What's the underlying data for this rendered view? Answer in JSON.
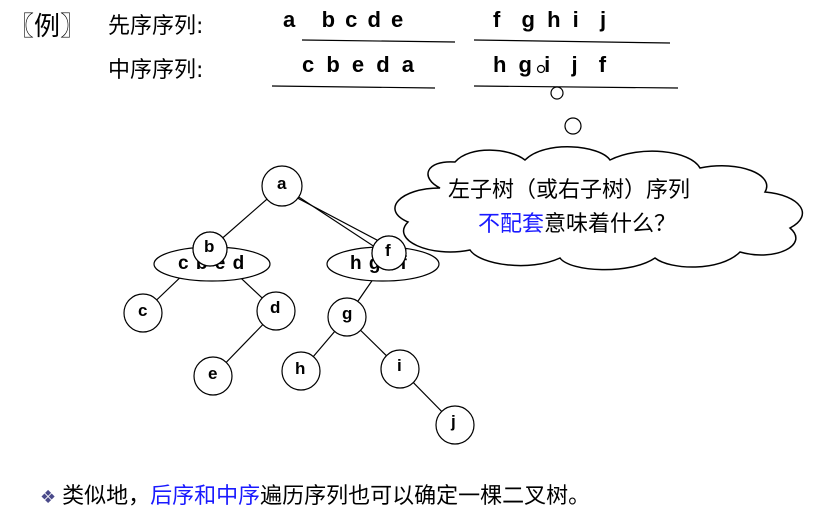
{
  "example_label": "〖例〗",
  "preorder": {
    "label": "先序序列:",
    "left_part": "a   b c d e",
    "right_part": "f  g h i  j"
  },
  "inorder": {
    "label": "中序序列:",
    "left_part": "c b e d a",
    "right_part": "h g i  j  f"
  },
  "cloud": {
    "line1": "左子树（或右子树）序列",
    "line2_highlight": "不配套",
    "line2_rest": "意味着什么？"
  },
  "tree": {
    "root": "a",
    "left_ellipse": "c b e d",
    "right_ellipse": "h g i f",
    "nodes": [
      "b",
      "f",
      "c",
      "d",
      "e",
      "g",
      "h",
      "i",
      "j"
    ]
  },
  "bullet": {
    "icon": "diamond-bullet-icon",
    "text_prefix": "类似地，",
    "text_highlight": "后序和中序",
    "text_suffix": "遍历序列也可以确定一棵二叉树。"
  },
  "colors": {
    "highlight": "#1a1aff"
  }
}
